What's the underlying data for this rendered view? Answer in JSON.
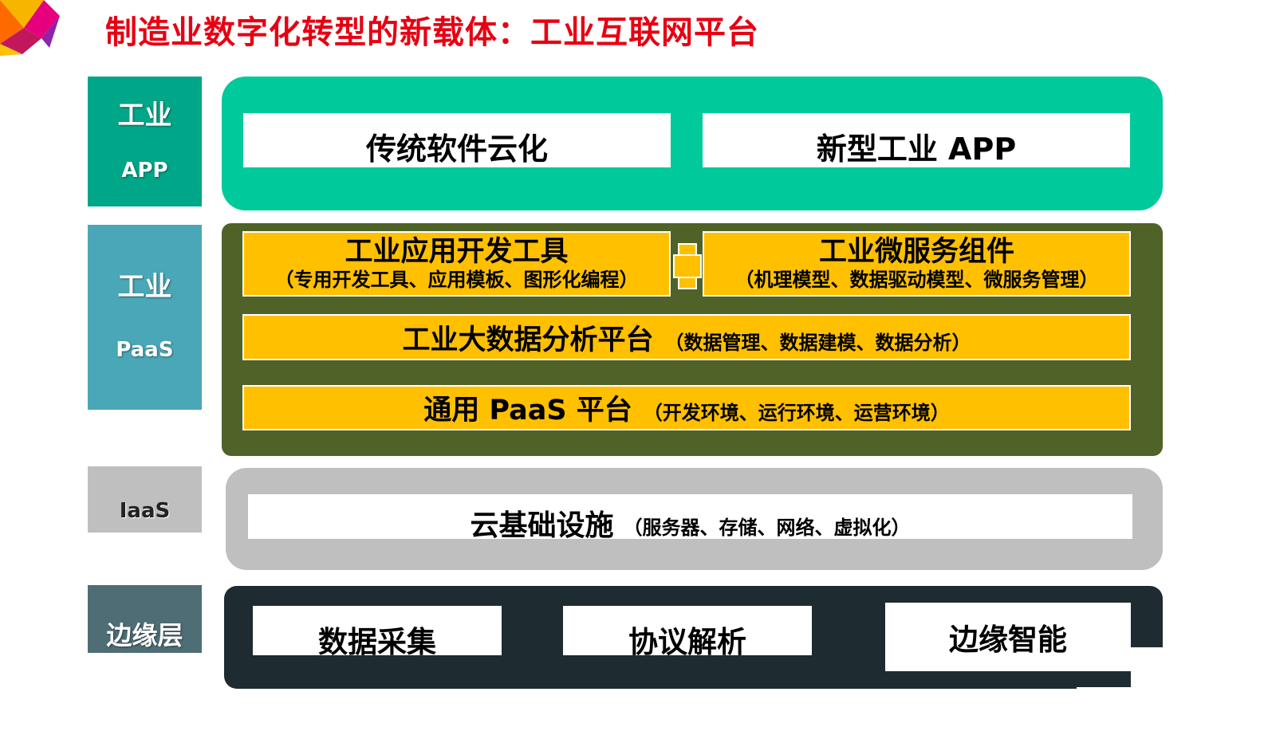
{
  "title": "制造业数字化转型的新载体：工业互联网平台",
  "colors": {
    "title": "#e60012",
    "app_layer": "#00c99c",
    "app_label": "#00a688",
    "paas_layer": "#4f6228",
    "paas_label": "#4aa7b7",
    "paas_module": "#ffc000",
    "iaas_layer": "#bfbfbf",
    "edge_layer": "#1e2b30",
    "edge_label": "#4f6d75"
  },
  "layers": {
    "app": {
      "label_top": "工业",
      "label_bottom": "APP",
      "modules": [
        "传统软件云化",
        "新型工业 APP"
      ]
    },
    "paas": {
      "label_top": "工业",
      "label_bottom": "PaaS",
      "dev_tools": {
        "main": "工业应用开发工具",
        "sub": "（专用开发工具、应用模板、图形化编程）"
      },
      "micro_services": {
        "main": "工业微服务组件",
        "sub": "（机理模型、数据驱动模型、微服务管理）"
      },
      "big_data": {
        "main": "工业大数据分析平台",
        "sub": "（数据管理、数据建模、数据分析）"
      },
      "general": {
        "main": "通用 PaaS 平台",
        "sub": "（开发环境、运行环境、运营环境）"
      }
    },
    "iaas": {
      "label": "IaaS",
      "module": {
        "main": "云基础设施",
        "sub": "（服务器、存储、网络、虚拟化）"
      }
    },
    "edge": {
      "label": "边缘层",
      "modules": [
        "数据采集",
        "协议解析",
        "边缘智能"
      ]
    }
  }
}
